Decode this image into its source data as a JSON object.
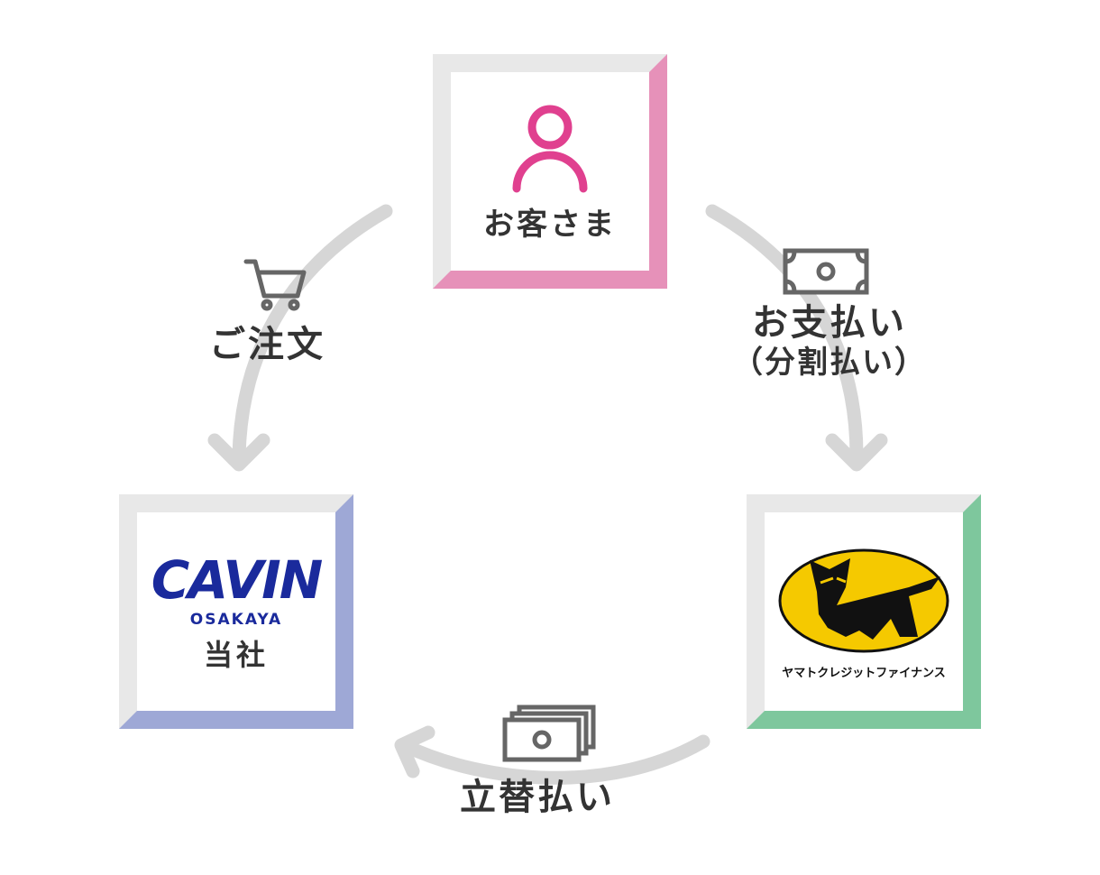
{
  "nodes": {
    "customer": {
      "label": "お客さま",
      "color": "#e691b9",
      "icon": "person-icon",
      "icon_color": "#e0408f"
    },
    "company": {
      "logo_main": "CAVIN",
      "logo_sub": "OSAKAYA",
      "label": "当社",
      "color": "#9ea8d6",
      "logo_color": "#1a2a9c"
    },
    "finance": {
      "logo_text": "ヤマトクレジットファイナンス",
      "color": "#7ec79d",
      "logo_yellow": "#f5c900"
    }
  },
  "edges": {
    "order": {
      "label": "ご注文",
      "icon": "shopping-cart-icon"
    },
    "payment": {
      "label": "お支払い",
      "sub": "（分割払い）",
      "icon": "banknote-icon"
    },
    "advance": {
      "label": "立替払い",
      "icon": "banknotes-stack-icon"
    }
  },
  "colors": {
    "arrow": "#d6d6d6",
    "frame": "#e8e8e8",
    "icon_gray": "#666666"
  }
}
